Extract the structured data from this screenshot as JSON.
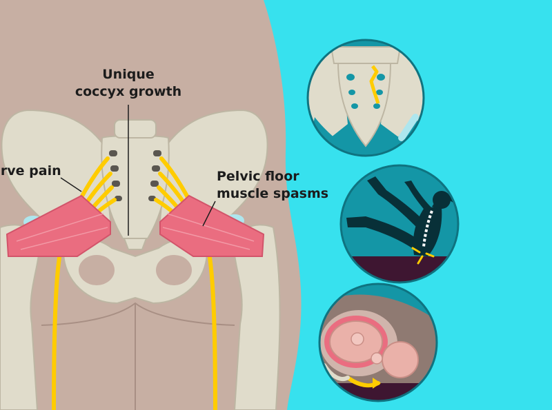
{
  "labels": {
    "coccyx_growth": [
      "Unique",
      "coccyx growth"
    ],
    "nerve_pain": "erve pain",
    "pelvic_floor": [
      "Pelvic floor",
      "muscle spasms"
    ]
  },
  "colors": {
    "background": "#37E1EE",
    "skin": "#C7AFA3",
    "bone": "#E0DCCB",
    "nerve": "#FFCC00",
    "muscle": "#EA6D80",
    "circle_bg": "#1496A6",
    "figure": "#083038",
    "floor": "#3E1631",
    "fetus": "#EAB1A9"
  },
  "icons": [
    "coccyx-closeup-icon",
    "fall-on-tailbone-icon",
    "childbirth-icon"
  ]
}
